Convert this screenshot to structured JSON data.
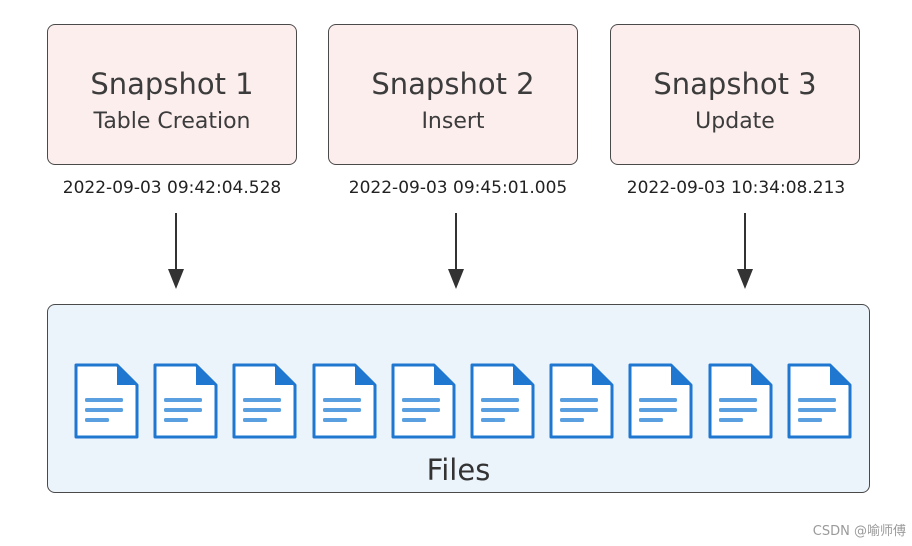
{
  "snapshots": [
    {
      "title": "Snapshot 1",
      "operation": "Table Creation",
      "timestamp": "2022-09-03 09:42:04.528"
    },
    {
      "title": "Snapshot 2",
      "operation": "Insert",
      "timestamp": "2022-09-03 09:45:01.005"
    },
    {
      "title": "Snapshot 3",
      "operation": "Update",
      "timestamp": "2022-09-03 10:34:08.213"
    }
  ],
  "files": {
    "label": "Files",
    "icon": "document-icon"
  },
  "watermark": "CSDN @喻师傅",
  "colors": {
    "snapshot_fill": "#fdeeee",
    "files_fill": "#ebf3fb",
    "icon_blue": "#1f77d0",
    "icon_line": "#5aa0e0",
    "border": "#4a4a4a"
  }
}
